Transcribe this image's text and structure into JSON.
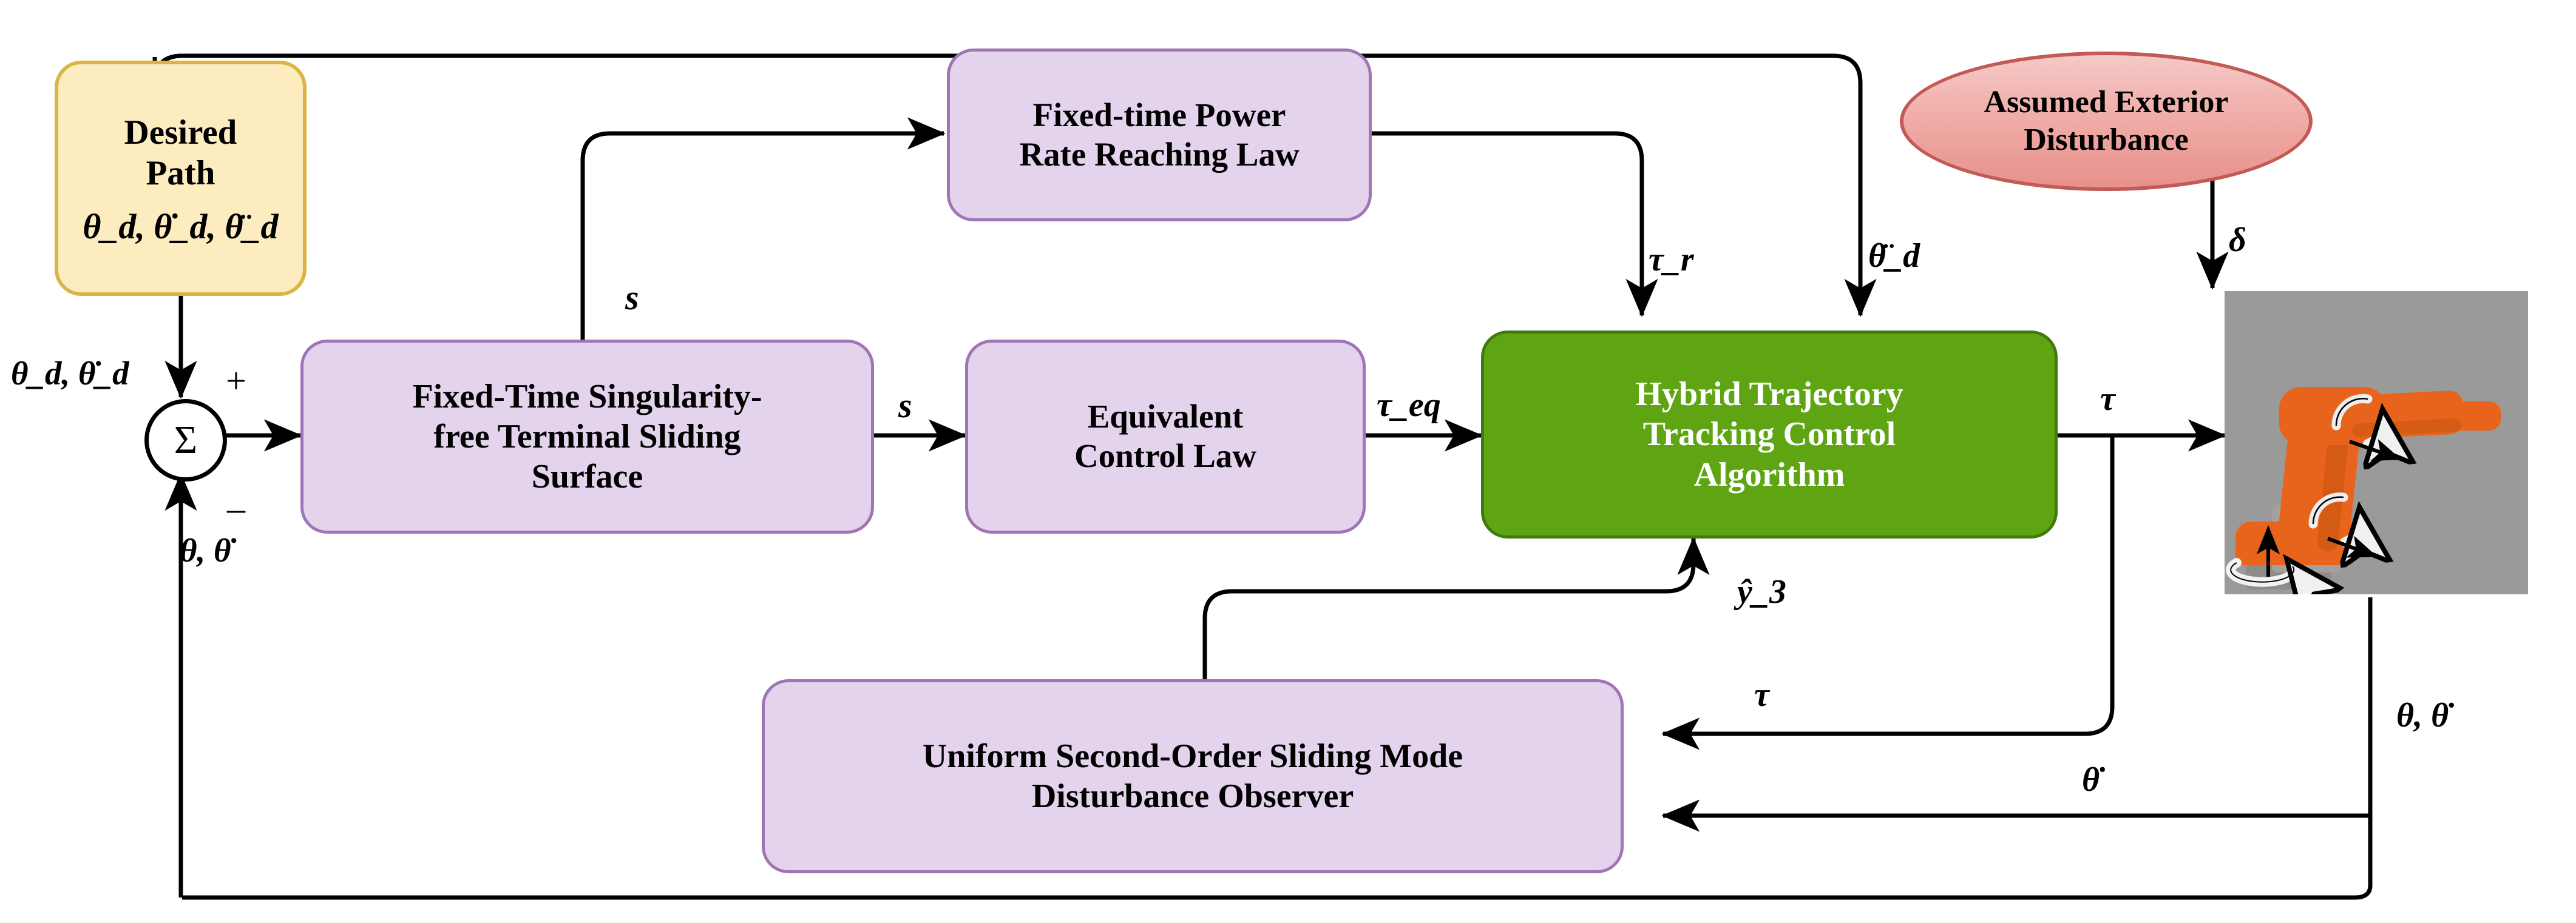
{
  "diagram": {
    "title": "Fixed-time sliding mode trajectory tracking control block diagram"
  },
  "blocks": {
    "desired_path": {
      "label": "Desired\nPath",
      "formula": "θ_d, θ̇_d, θ̈_d",
      "fill": "#fcecc0",
      "stroke": "#dcb345"
    },
    "sliding_surface": {
      "label": "Fixed-Time Singularity-\nfree Terminal Sliding\nSurface",
      "fill": "#e3d3ec",
      "stroke": "#9f75b5"
    },
    "reaching_law": {
      "label": "Fixed-time Power\nRate Reaching Law",
      "fill": "#e3d3ec",
      "stroke": "#9f75b5"
    },
    "equivalent_control": {
      "label": "Equivalent\nControl Law",
      "fill": "#e3d3ec",
      "stroke": "#9f75b5"
    },
    "hybrid_controller": {
      "label": "Hybrid Trajectory\nTracking Control\nAlgorithm",
      "fill": "#5fa513",
      "stroke": "#3f7b0c",
      "text_color": "#ffffff"
    },
    "disturbance_observer": {
      "label": "Uniform Second-Order Sliding Mode\nDisturbance Observer",
      "fill": "#e3d3ec",
      "stroke": "#9f75b5"
    },
    "exterior_disturbance": {
      "label": "Assumed Exterior\nDisturbance",
      "fill": "#efa8a3",
      "stroke": "#c25a55"
    },
    "robot_plant": {
      "label": "robot-manipulator-image",
      "background": "#9a9a9a",
      "arm_color": "#e8641c"
    }
  },
  "summing_junction": {
    "symbol": "Σ",
    "plus_sign": "+",
    "minus_sign": "–"
  },
  "signals": {
    "desired_ref": "θ_d, θ̇_d",
    "feedback_state": "θ, θ̇",
    "sliding_var_top": "s",
    "sliding_var_mid": "s",
    "tau_r": "τ_r",
    "theta_d_ddot": "θ̈_d",
    "tau_eq": "τ_eq",
    "tau_out": "τ",
    "tau_obs": "τ",
    "delta": "δ",
    "y_hat_3": "ŷ_3",
    "theta_dot": "θ̇",
    "theta_theta_dot_right": "θ, θ̇"
  }
}
